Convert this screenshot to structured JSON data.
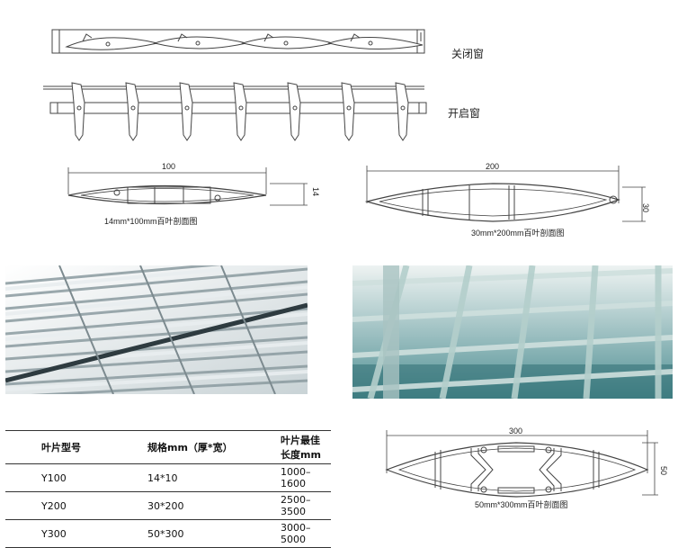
{
  "top": {
    "closed_label": "关闭窗",
    "open_label": "开启窗"
  },
  "profiles": {
    "p100": {
      "width_label": "100",
      "height_label": "14",
      "caption": "14mm*100mm百叶剖面图"
    },
    "p200": {
      "width_label": "200",
      "height_label": "30",
      "caption": "30mm*200mm百叶剖面图"
    },
    "p300": {
      "width_label": "300",
      "height_label": "50",
      "caption": "50mm*300mm百叶剖面图"
    }
  },
  "colors": {
    "line": "#444444",
    "photo_sky": "#dfe8ec",
    "photo_teal": "#6fa6a8"
  },
  "table": {
    "headers": [
      "叶片型号",
      "规格mm（厚*宽）",
      "叶片最佳长度mm"
    ],
    "rows": [
      [
        "Y100",
        "14*10",
        "1000–1600"
      ],
      [
        "Y200",
        "30*200",
        "2500–3500"
      ],
      [
        "Y300",
        "50*300",
        "3000–5000"
      ]
    ]
  }
}
